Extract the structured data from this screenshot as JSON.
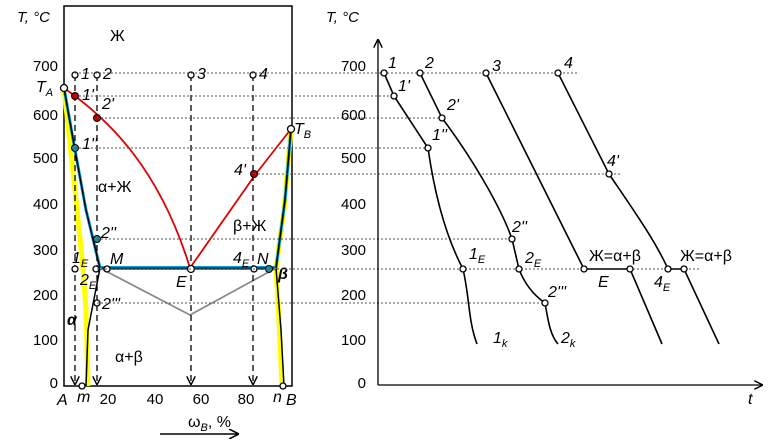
{
  "colors": {
    "liquidus": "#e00000",
    "solidus": "#00a0e0",
    "solvus": "#ffff00",
    "eutectic_line": "#8a8a8a",
    "axis": "#000000",
    "point_open": "#ffffff",
    "point_filled_red": "#c00000",
    "point_filled_teal": "#1a8f9f"
  },
  "phase_diagram": {
    "y_axis_label": "T, °C",
    "y_ticks": [
      "0",
      "100",
      "200",
      "300",
      "400",
      "500",
      "600",
      "700"
    ],
    "x_ticks": [
      "20",
      "40",
      "60",
      "80"
    ],
    "x_axis_label": "ω",
    "x_axis_label_sub": "B",
    "x_axis_label_unit": ", %",
    "corner_left": "A",
    "corner_right": "B",
    "comp_m": "m",
    "comp_n": "n",
    "T_A": "T",
    "T_A_sub": "A",
    "T_B": "T",
    "T_B_sub": "B",
    "region_liquid": "Ж",
    "region_alpha_liquid": "α+Ж",
    "region_beta_liquid": "β+Ж",
    "region_alpha_beta": "α+β",
    "region_alpha": "α",
    "region_beta": "β",
    "point_M": "M",
    "point_N": "N",
    "point_E": "E",
    "alloy_labels": [
      "1",
      "2",
      "3",
      "4"
    ],
    "label_1p": "1'",
    "label_2p": "2'",
    "label_1pp": "1''",
    "label_2pp": "2''",
    "label_2ppp": "2'''",
    "label_4p": "4'",
    "label_1E": "1",
    "label_1E_sub": "E",
    "label_2E": "2",
    "label_2E_sub": "E",
    "label_4E": "4",
    "label_4E_sub": "E"
  },
  "cooling_curves": {
    "y_axis_label": "T, °C",
    "y_ticks": [
      "0",
      "100",
      "200",
      "300",
      "400",
      "500",
      "600",
      "700"
    ],
    "x_axis_label": "t",
    "curve_labels": [
      "1",
      "2",
      "3",
      "4"
    ],
    "label_1p": "1'",
    "label_2p": "2'",
    "label_1pp": "1''",
    "label_2pp": "2''",
    "label_2ppp": "2'''",
    "label_4p": "4'",
    "label_1E": "1",
    "label_1E_sub": "E",
    "label_2E": "2",
    "label_2E_sub": "E",
    "label_4E": "4",
    "label_4E_sub": "E",
    "label_E": "E",
    "label_1k": "1",
    "label_1k_sub": "k",
    "label_2k": "2",
    "label_2k_sub": "k",
    "eutectic_reaction_3": "Ж=α+β",
    "eutectic_reaction_4": "Ж=α+β"
  }
}
